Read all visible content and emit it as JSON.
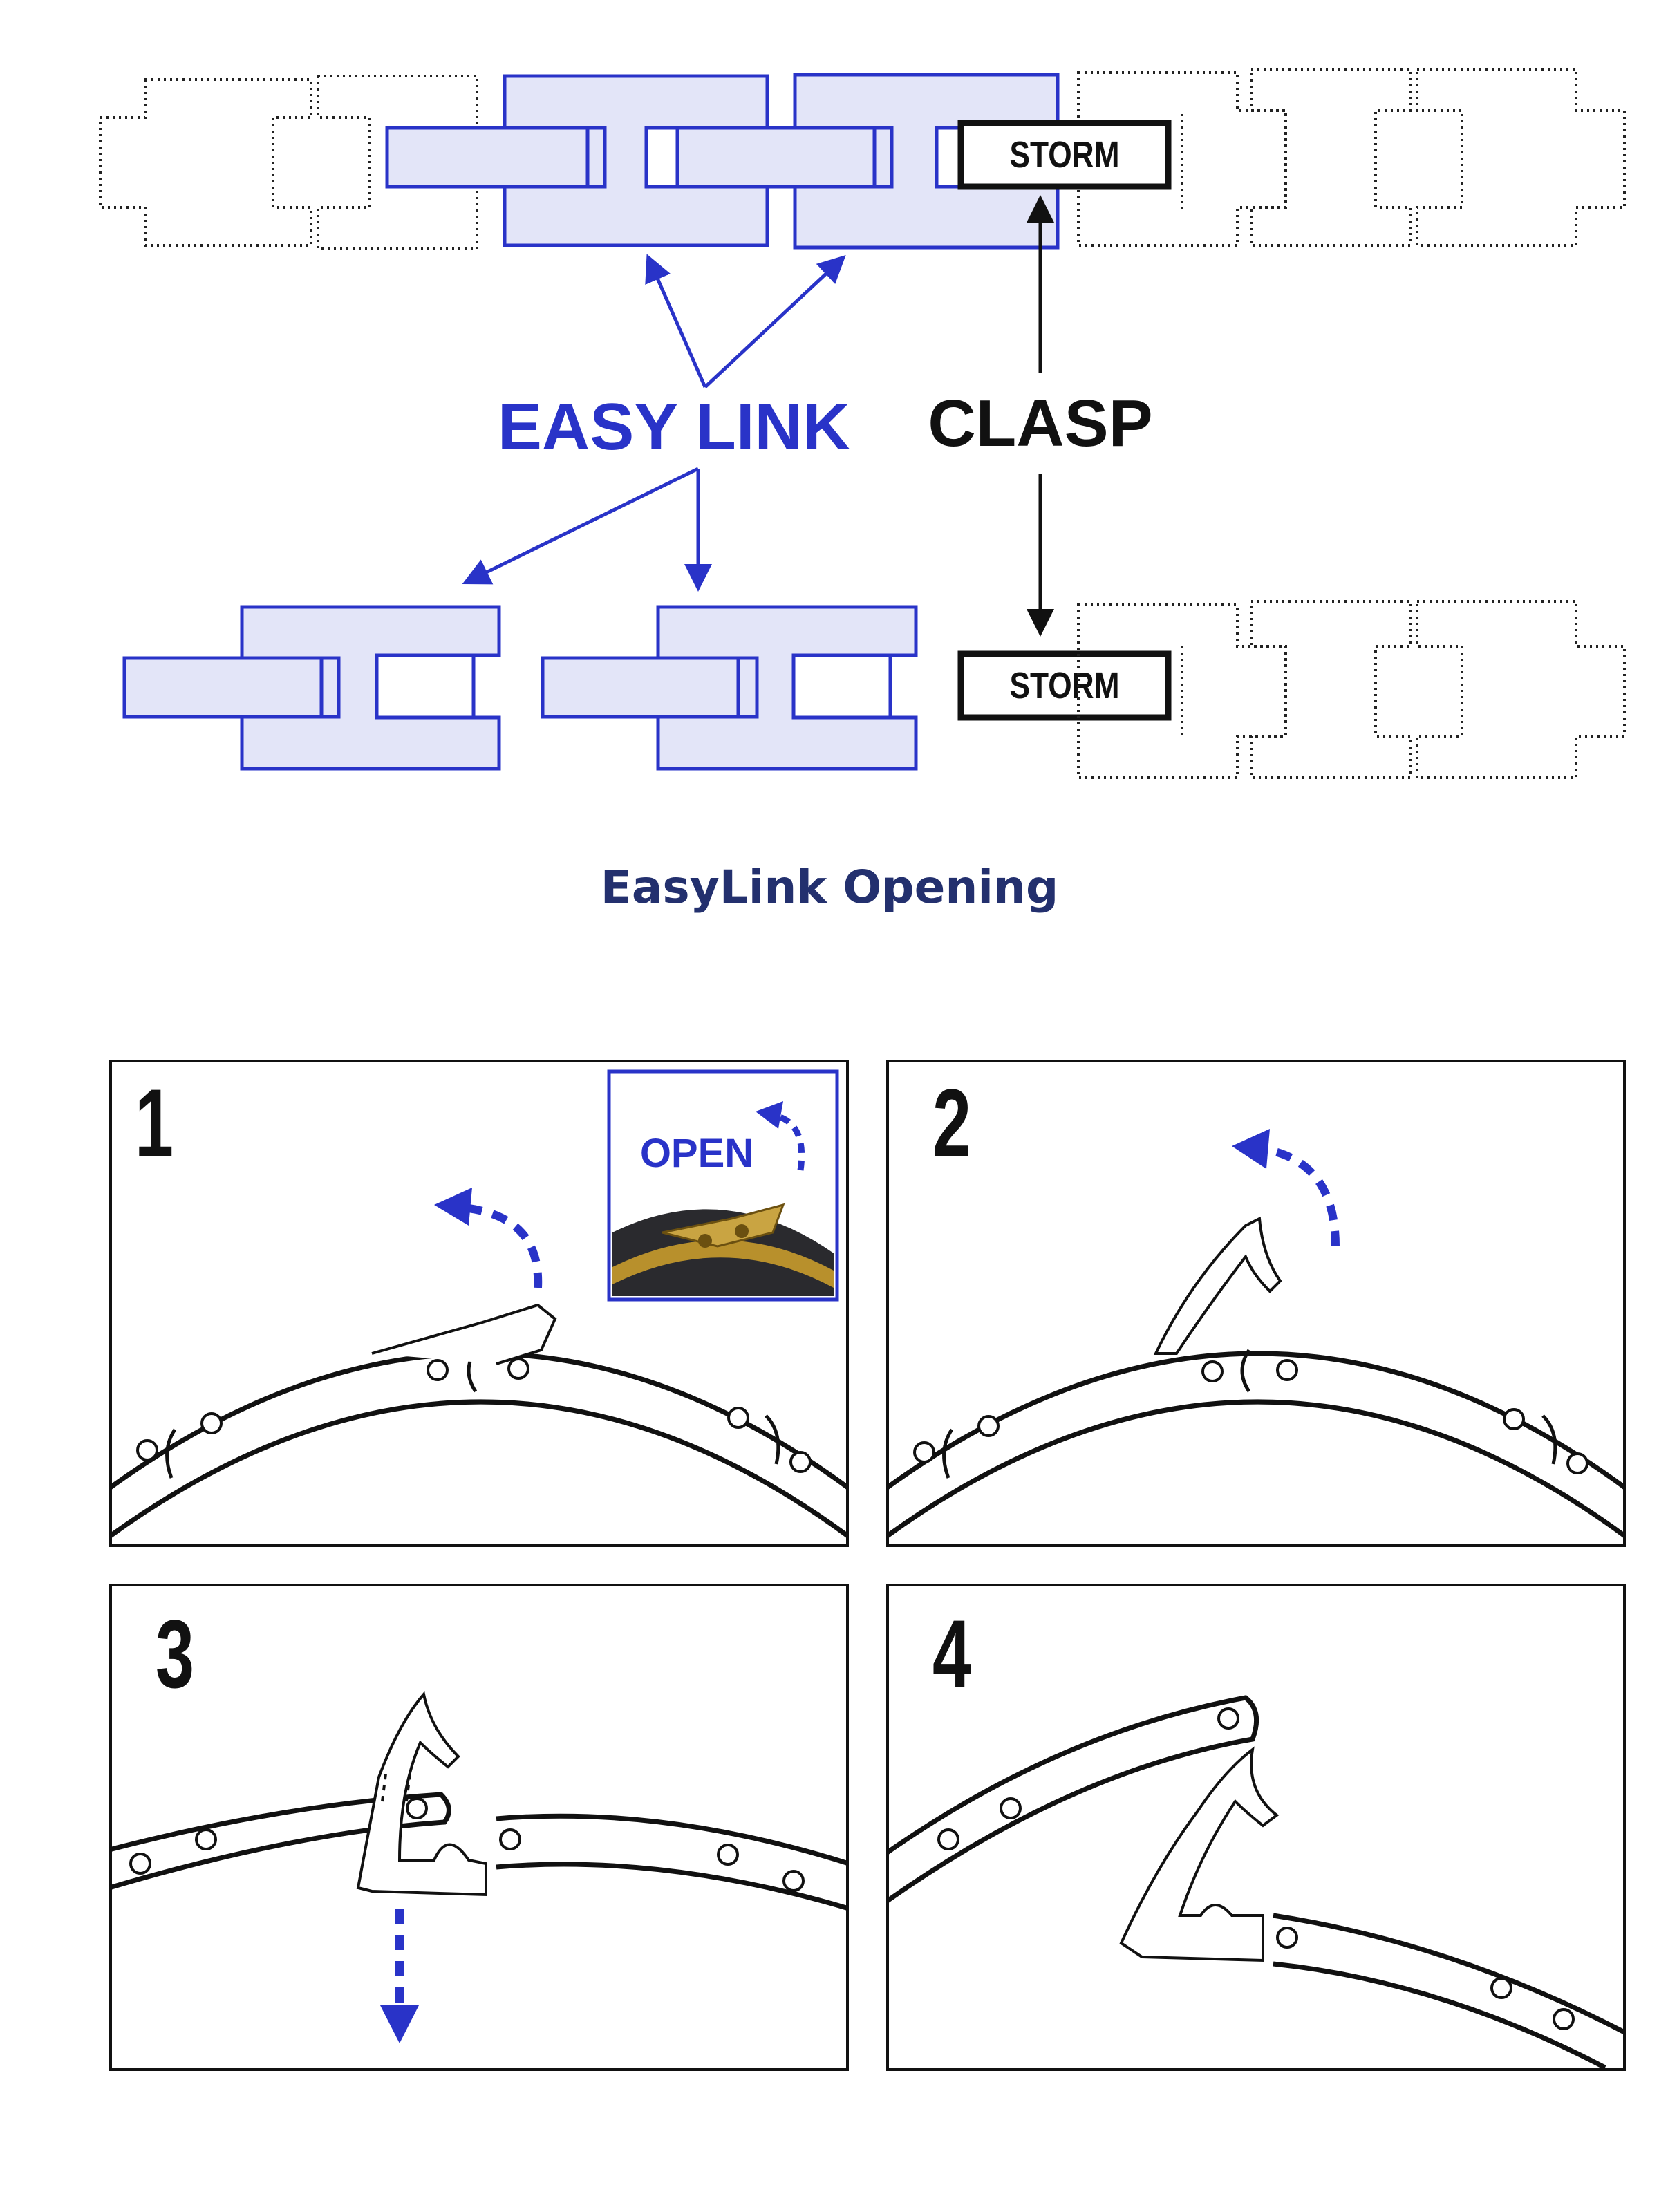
{
  "diagram": {
    "brand_label": "STORM",
    "easy_link_label": "EASY LINK",
    "clasp_label": "CLASP"
  },
  "section_title": "EasyLink Opening",
  "steps": [
    {
      "number": "1",
      "inset_label": "OPEN"
    },
    {
      "number": "2"
    },
    {
      "number": "3"
    },
    {
      "number": "4"
    }
  ],
  "colors": {
    "link_blue": "#2933c8",
    "link_fill": "#e3e5f8",
    "title": "#23306e",
    "gold": "#b8902c"
  }
}
